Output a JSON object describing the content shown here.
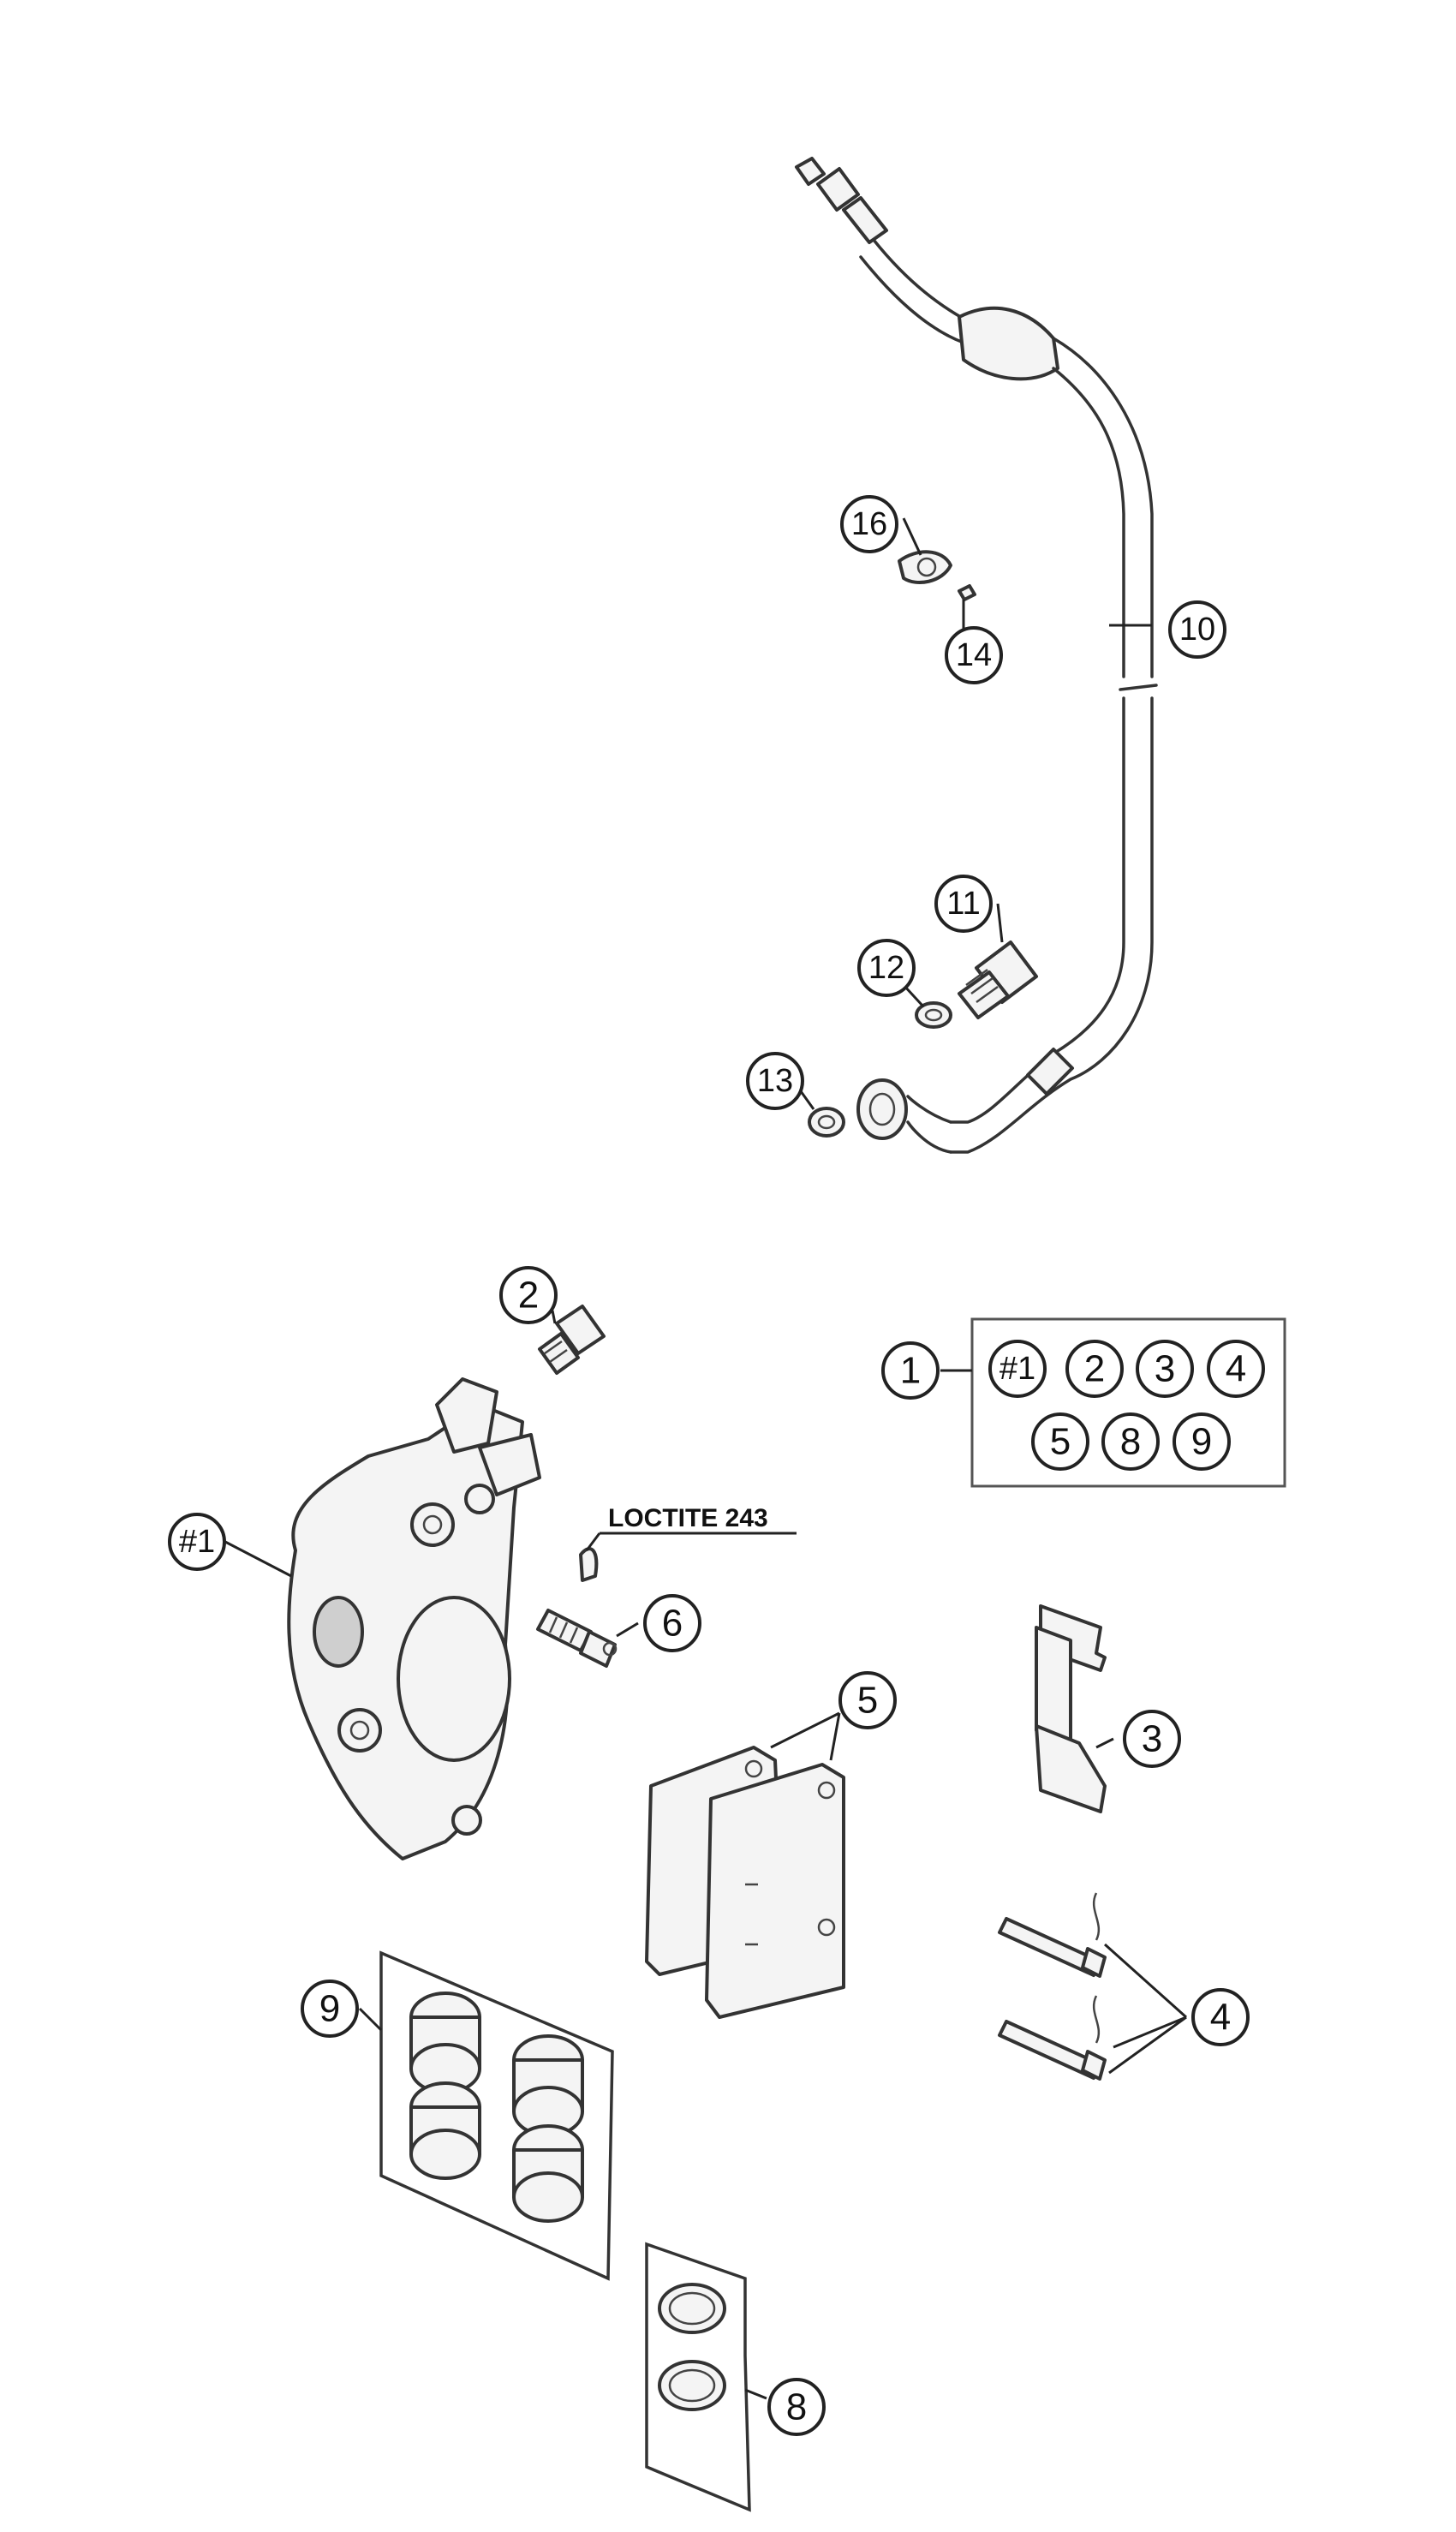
{
  "callouts": {
    "c16": "16",
    "c14": "14",
    "c10": "10",
    "c11": "11",
    "c12": "12",
    "c13": "13",
    "c2": "2",
    "c1": "1",
    "c6": "6",
    "c5": "5",
    "c3": "3",
    "c4": "4",
    "c9": "9",
    "c8": "8",
    "c_hash1": "#1"
  },
  "kit_contents": [
    "#1",
    "2",
    "3",
    "4",
    "5",
    "8",
    "9"
  ],
  "note": "LOCTITE 243"
}
